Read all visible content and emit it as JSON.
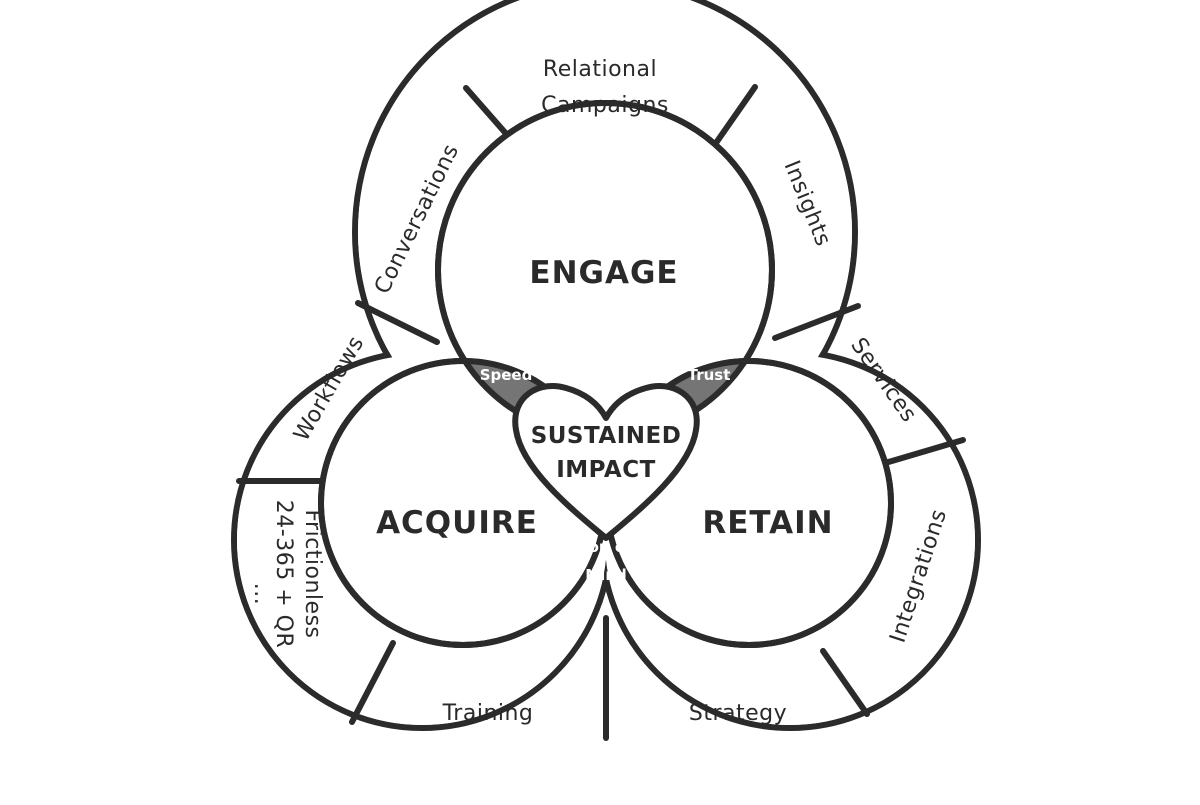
{
  "center": {
    "line1": "SUSTAINED",
    "line2": "IMPACT"
  },
  "circles": {
    "engage": "ENGAGE",
    "acquire": "ACQUIRE",
    "retain": "RETAIN"
  },
  "overlaps": {
    "speed": "Speed",
    "trust": "Trust",
    "top_of_mind_line1": "Top of",
    "top_of_mind_line2": "Mind"
  },
  "outer_ring": {
    "relational_line1": "Relational",
    "relational_line2": "Campaigns",
    "insights": "Insights",
    "conversations": "Conversations",
    "workflows": "Workflows",
    "services": "Services",
    "frictionless": "Frictionless",
    "hours": "24-365 + QR",
    "ellipsis": "...",
    "integrations": "Integrations",
    "training": "Training",
    "strategy": "Strategy"
  },
  "colors": {
    "line": "#2b2b2b",
    "overlap_fill": "#757575",
    "background": "#ffffff"
  }
}
